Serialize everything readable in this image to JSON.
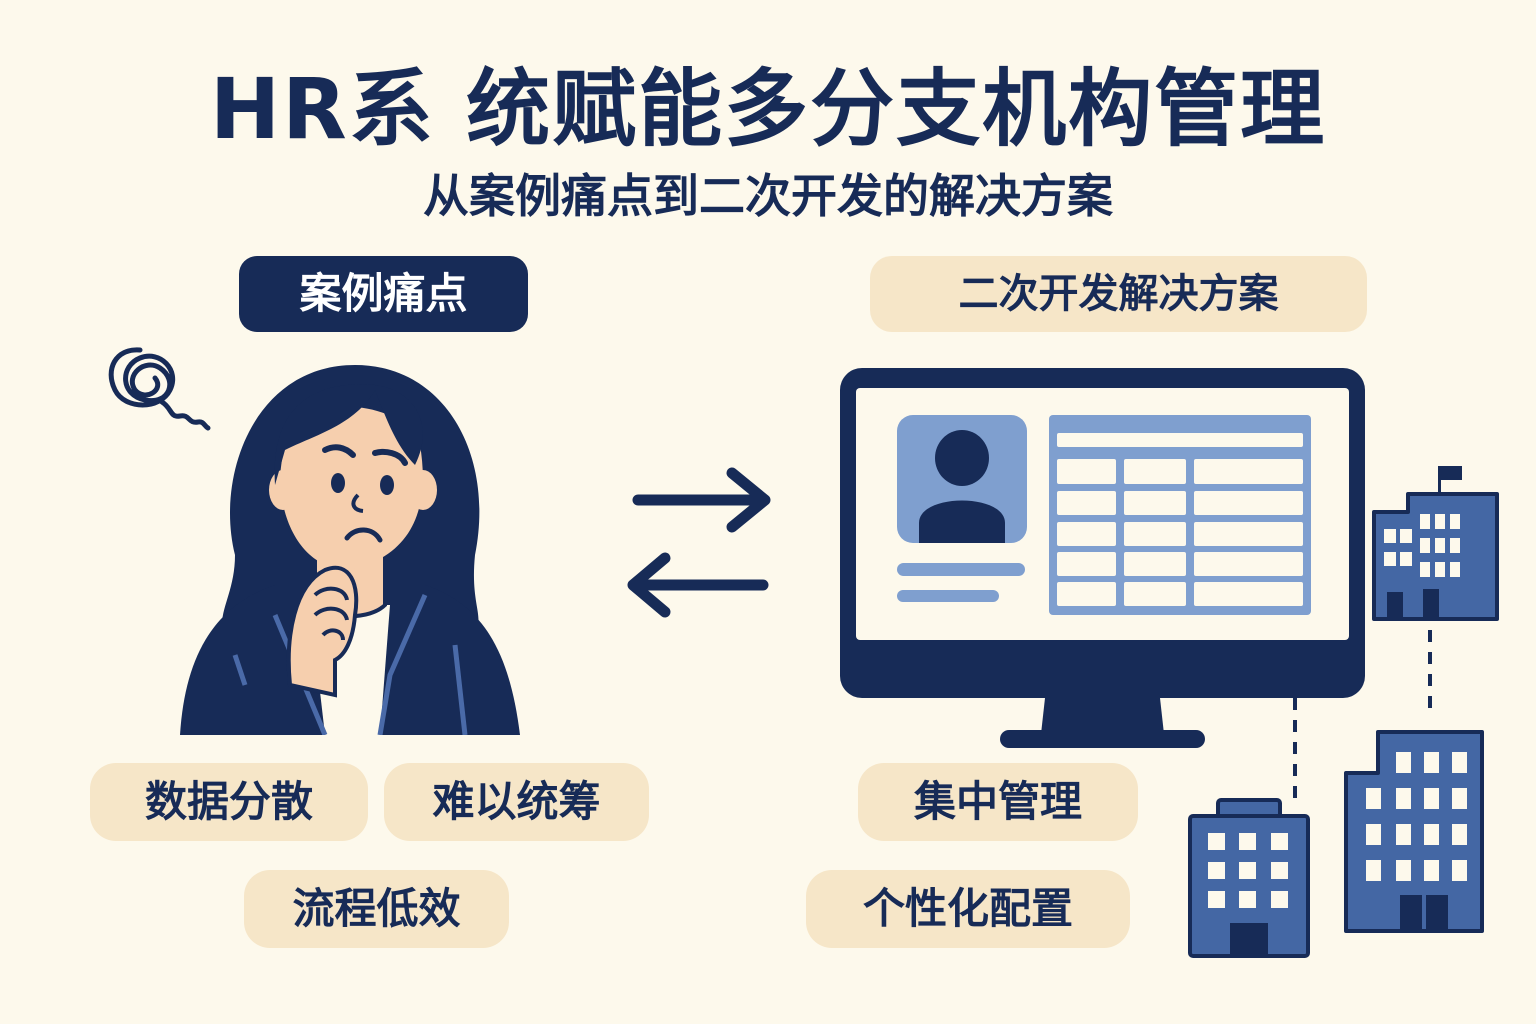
{
  "header": {
    "title": "HR系 统赋能多分支机构管理",
    "subtitle": "从案例痛点到二次开发的解决方案"
  },
  "left_panel": {
    "heading": "案例痛点",
    "illustration": "stressed-woman-icon",
    "pain_points": [
      {
        "label": "数据分散"
      },
      {
        "label": "难以统筹"
      },
      {
        "label": "流程低效"
      }
    ]
  },
  "middle": {
    "icons": [
      "arrow-right-icon",
      "arrow-left-icon"
    ]
  },
  "right_panel": {
    "heading": "二次开发解决方案",
    "illustration": "monitor-with-profile-and-table-icon",
    "solutions": [
      {
        "label": "集中管理"
      },
      {
        "label": "个性化配置"
      }
    ],
    "branches": [
      "building-icon",
      "building-icon",
      "building-icon"
    ]
  },
  "colors": {
    "background": "#fdf9ec",
    "navy": "#172b57",
    "mid_blue": "#4467a4",
    "light_blue": "#7f9fcf",
    "beige_pill": "#f6e6c8",
    "skin": "#f6cfae"
  }
}
